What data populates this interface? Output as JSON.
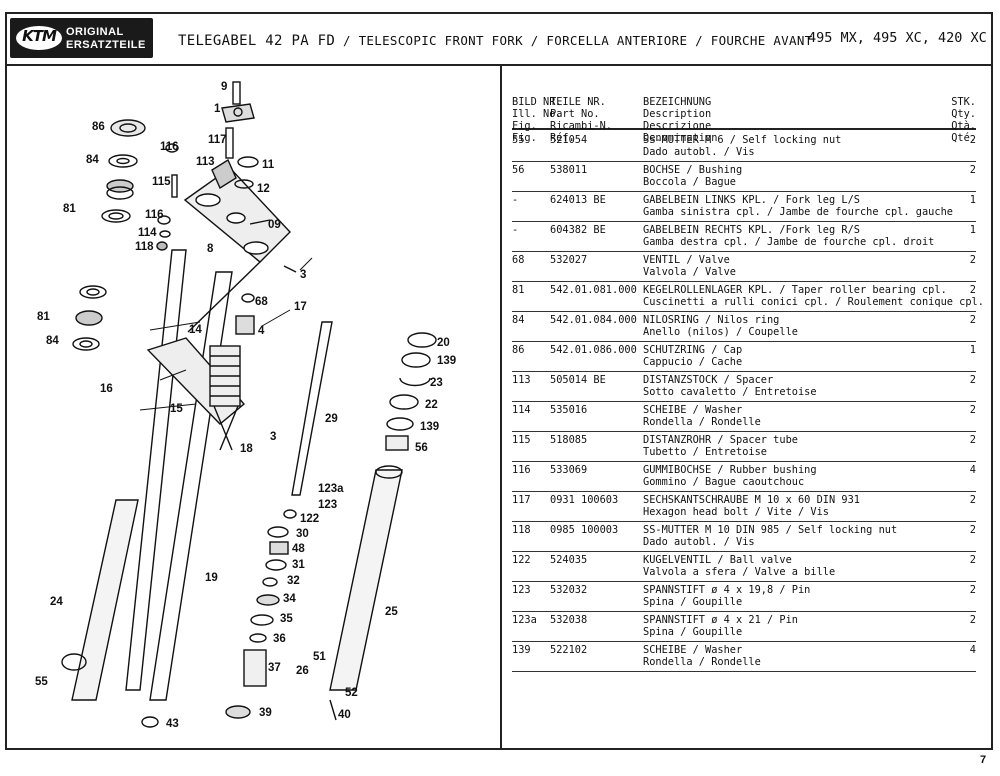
{
  "header": {
    "logo_line1": "ORIGINAL",
    "logo_line2": "ERSATZTEILE",
    "logo_brand": "KTM",
    "title_main": "TELEGABEL 42 PA FD",
    "title_rest": " / TELESCOPIC FRONT FORK / FORCELLA ANTERIORE / FOURCHE AVANT",
    "models": "495 MX, 495 XC, 420 XC"
  },
  "table_header": {
    "ill": [
      "BILD NR.",
      "Ill. No.",
      "Fig.",
      "Fig."
    ],
    "part": [
      "TEILE NR.",
      "Part No.",
      "Ricambi-N.",
      "Réf."
    ],
    "desc": [
      "BEZEICHNUNG",
      "Description",
      "Descrizione",
      "Denomination"
    ],
    "qty": [
      "STK.",
      "Qty.",
      "Qtà.",
      "Qté."
    ]
  },
  "parts": [
    {
      "ill": "55",
      "part": "521054",
      "line1": "SS-MUTTER M 6 / Self locking nut",
      "line2": "Dado autobl. / Vis",
      "qty": "2"
    },
    {
      "ill": "56",
      "part": "538011",
      "line1": "BOCHSE / Bushing",
      "line2": "Boccola / Bague",
      "qty": "2"
    },
    {
      "ill": "-",
      "part": "624013 BE",
      "line1": "GABELBEIN LINKS KPL. / Fork leg L/S",
      "line2": "Gamba sinistra cpl. / Jambe de fourche cpl. gauche",
      "qty": "1"
    },
    {
      "ill": "-",
      "part": "604382 BE",
      "line1": "GABELBEIN RECHTS KPL. /Fork leg R/S",
      "line2": "Gamba destra cpl. / Jambe de fourche cpl. droit",
      "qty": "1"
    },
    {
      "ill": "68",
      "part": "532027",
      "line1": "VENTIL / Valve",
      "line2": "Valvola / Valve",
      "qty": "2"
    },
    {
      "ill": "81",
      "part": "542.01.081.000",
      "line1": "KEGELROLLENLAGER KPL. / Taper roller bearing cpl.",
      "line2": "Cuscinetti a rulli conici cpl. / Roulement conique cpl.",
      "qty": "2"
    },
    {
      "ill": "84",
      "part": "542.01.084.000",
      "line1": "NILOSRING / Nilos ring",
      "line2": "Anello (nilos) / Coupelle",
      "qty": "2"
    },
    {
      "ill": "86",
      "part": "542.01.086.000",
      "line1": "SCHUTZRING / Cap",
      "line2": "Cappucio / Cache",
      "qty": "1"
    },
    {
      "ill": "113",
      "part": "505014 BE",
      "line1": "DISTANZSTOCK / Spacer",
      "line2": "Sotto cavaletto / Entretoise",
      "qty": "2"
    },
    {
      "ill": "114",
      "part": "535016",
      "line1": "SCHEIBE / Washer",
      "line2": "Rondella / Rondelle",
      "qty": "2"
    },
    {
      "ill": "115",
      "part": "518085",
      "line1": "DISTANZROHR / Spacer tube",
      "line2": "Tubetto / Entretoise",
      "qty": "2"
    },
    {
      "ill": "116",
      "part": "533069",
      "line1": "GUMMIBOCHSE / Rubber bushing",
      "line2": "Gommino / Bague caoutchouc",
      "qty": "4"
    },
    {
      "ill": "117",
      "part": "0931 100603",
      "line1": "SECHSKANTSCHRAUBE M 10 x 60 DIN 931",
      "line2": "Hexagon head bolt / Vite / Vis",
      "qty": "2"
    },
    {
      "ill": "118",
      "part": "0985 100003",
      "line1": "SS-MUTTER M 10 DIN 985 / Self locking nut",
      "line2": "Dado autobl. / Vis",
      "qty": "2"
    },
    {
      "ill": "122",
      "part": "524035",
      "line1": "KUGELVENTIL / Ball valve",
      "line2": "Valvola a sfera / Valve a bille",
      "qty": "2"
    },
    {
      "ill": "123",
      "part": "532032",
      "line1": "SPANNSTIFT ø 4 x 19,8 / Pin",
      "line2": "Spina / Goupille",
      "qty": "2"
    },
    {
      "ill": "123a",
      "part": "532038",
      "line1": "SPANNSTIFT ø 4 x 21 / Pin",
      "line2": "Spina / Goupille",
      "qty": "2"
    },
    {
      "ill": "139",
      "part": "522102",
      "line1": "SCHEIBE / Washer",
      "line2": "Rondella / Rondelle",
      "qty": "4"
    }
  ],
  "callouts": [
    "9",
    "1",
    "117",
    "86",
    "116",
    "113",
    "11",
    "84",
    "115",
    "12",
    "81",
    "116",
    "09",
    "114",
    "118",
    "8",
    "3",
    "68",
    "17",
    "81",
    "84",
    "14",
    "4",
    "16",
    "15",
    "3",
    "18",
    "29",
    "20",
    "139",
    "23",
    "22",
    "139",
    "56",
    "123a",
    "123",
    "122",
    "30",
    "48",
    "31",
    "32",
    "34",
    "35",
    "36",
    "37",
    "39",
    "19",
    "24",
    "55",
    "43",
    "51",
    "26",
    "52",
    "40",
    "25"
  ],
  "page_number": "7"
}
